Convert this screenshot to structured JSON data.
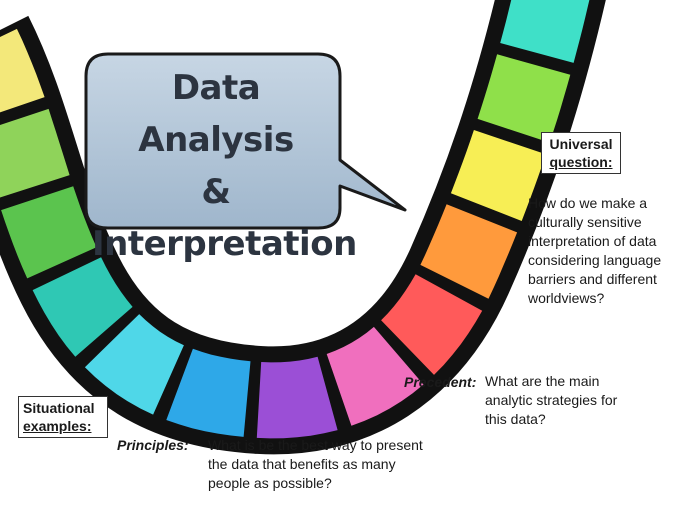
{
  "title": {
    "line1": "Data Analysis",
    "line2": "&",
    "line3": "Interpretation"
  },
  "universal": {
    "label_line1": "Universal",
    "label_line2": "question:",
    "text": "How do we make a culturally sensitive interpretation of data considering language barriers and different worldviews?"
  },
  "precedent": {
    "label": "Precedent:",
    "text": "What are the main analytic strategies for this data?"
  },
  "principles": {
    "label": "Principles:",
    "text": "What is be the best way to present the data that benefits as many people as possible?"
  },
  "situational": {
    "label_line1": "Situational",
    "label_line2": "examples:"
  },
  "colors": {
    "path_tiles": [
      "#f3e87a",
      "#8fd35a",
      "#5bc44e",
      "#2fc8b4",
      "#4fd7e8",
      "#2ea8e8",
      "#9b4fd6",
      "#f06fbe",
      "#ff5a5a",
      "#ff9a3c",
      "#f7ee55",
      "#8fe04a",
      "#3fe0c8"
    ],
    "bubble_fill": "#aec2d6",
    "bubble_text": "#2c3440"
  }
}
